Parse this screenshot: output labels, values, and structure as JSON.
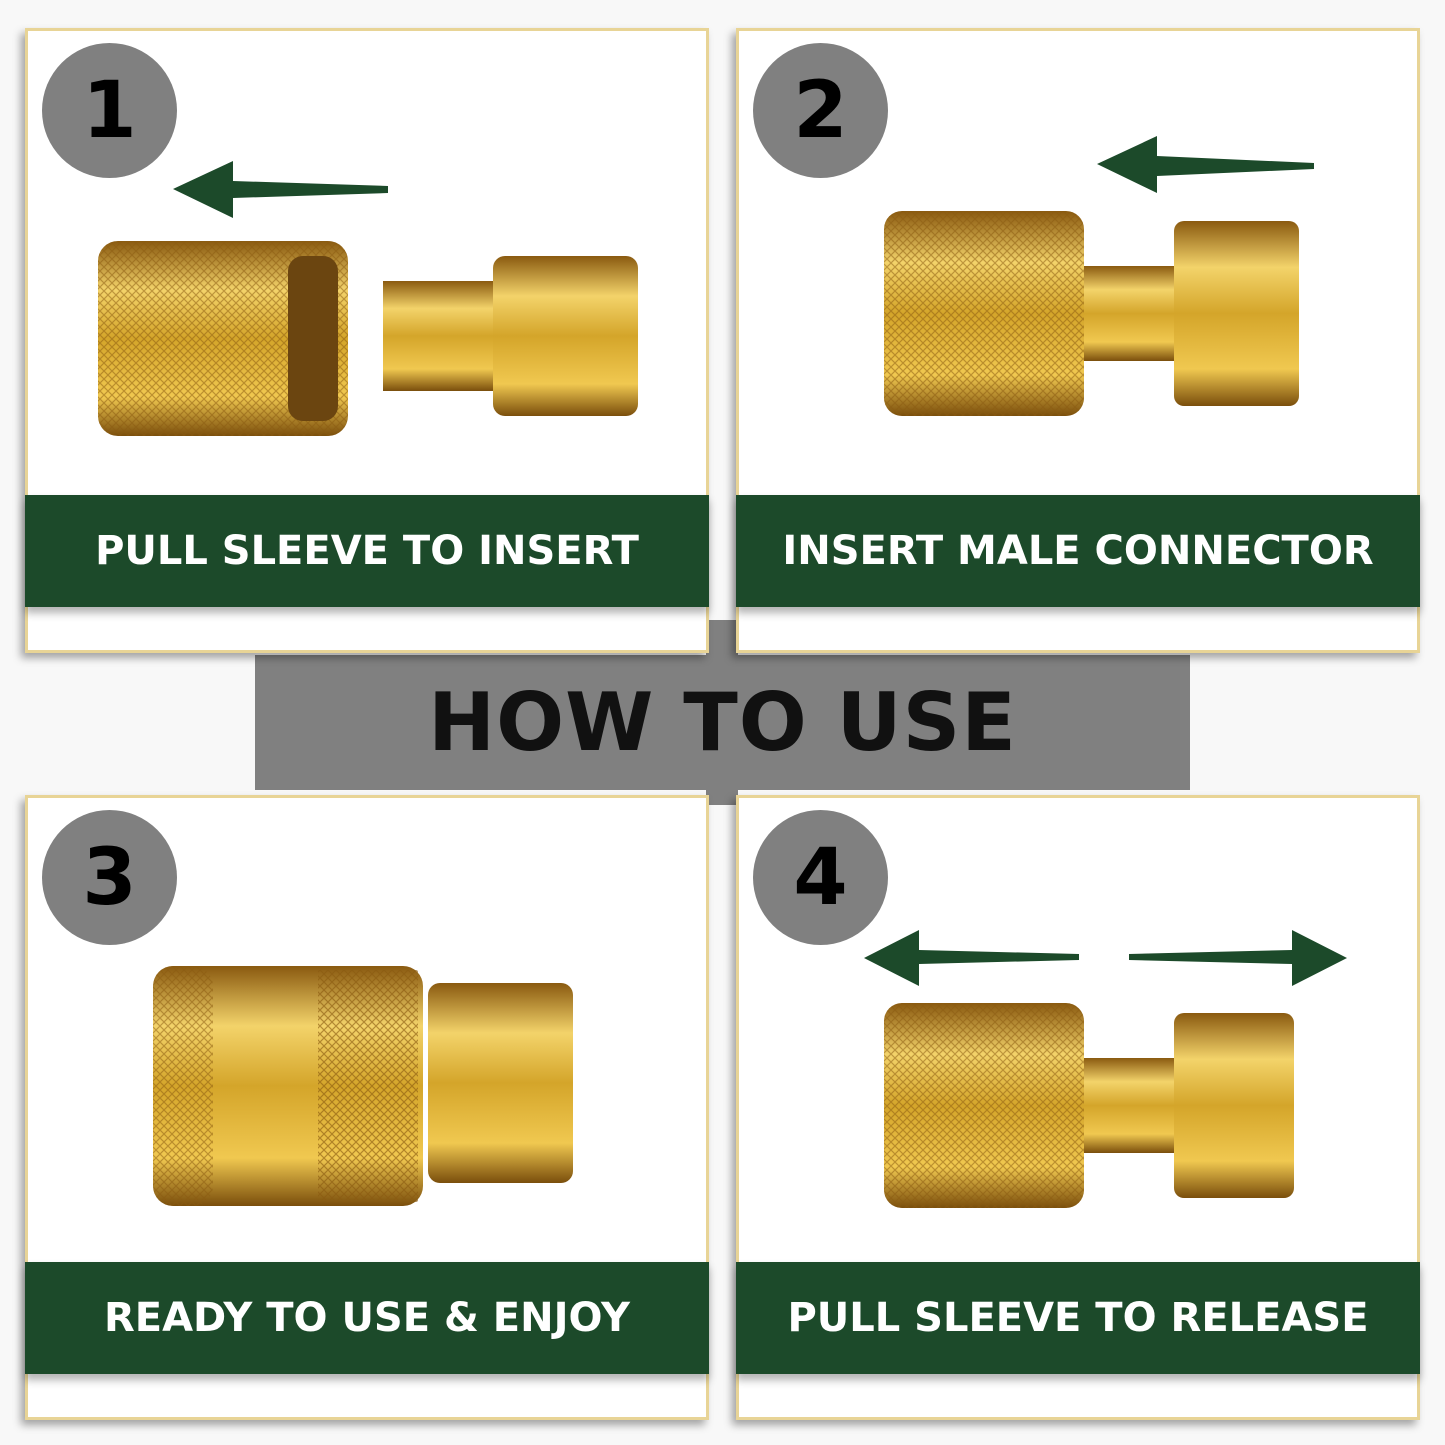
{
  "title": "HOW TO USE",
  "colors": {
    "green": "#1c4a2a",
    "gray": "#808080",
    "gold_border": "#e8d496",
    "brass": "#d4a52a"
  },
  "steps": [
    {
      "number": "1",
      "label": "PULL SLEEVE TO INSERT",
      "arrows": "left"
    },
    {
      "number": "2",
      "label": "INSERT MALE CONNECTOR",
      "arrows": "left"
    },
    {
      "number": "3",
      "label": "READY TO USE & ENJOY",
      "arrows": "none"
    },
    {
      "number": "4",
      "label": "PULL SLEEVE TO RELEASE",
      "arrows": "both"
    }
  ]
}
